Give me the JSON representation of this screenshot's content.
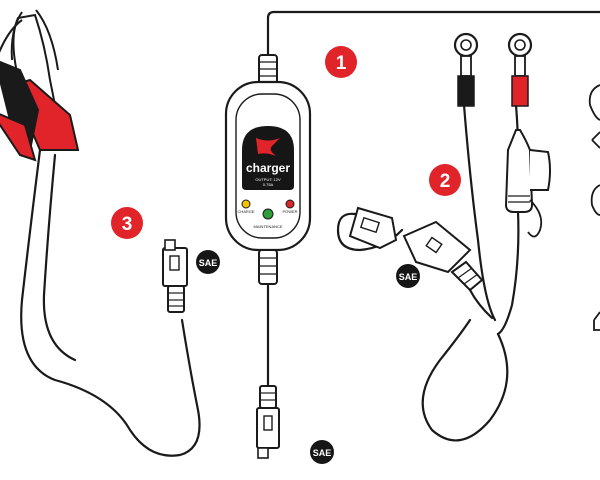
{
  "callouts": [
    {
      "number": "1",
      "color": "#e0242a"
    },
    {
      "number": "2",
      "color": "#e0242a"
    },
    {
      "number": "3",
      "color": "#e0242a"
    }
  ],
  "sae_badges": [
    {
      "text": "SAE"
    },
    {
      "text": "SAE"
    },
    {
      "text": "SAE"
    }
  ],
  "charger": {
    "brand": "charger",
    "spec_line1": "OUTPUT: 12V",
    "spec_line2": "0.75A",
    "indicators": {
      "charge": "CHARGE",
      "power": "POWER",
      "maintenance": "MAINTENANCE"
    }
  },
  "colors": {
    "line": "#1a1a1a",
    "clamp_red": "#e0242a",
    "clamp_black": "#1a1a1a",
    "led_yellow": "#f2c400",
    "led_green": "#2f9e3a",
    "led_red": "#d62828",
    "panel_black": "#161616"
  },
  "icons": {
    "clamps": "alligator-clamps-icon",
    "ring_terminals": "ring-terminal-icon",
    "fuse": "inline-fuse-holder-icon",
    "sae": "sae-connector-icon"
  }
}
